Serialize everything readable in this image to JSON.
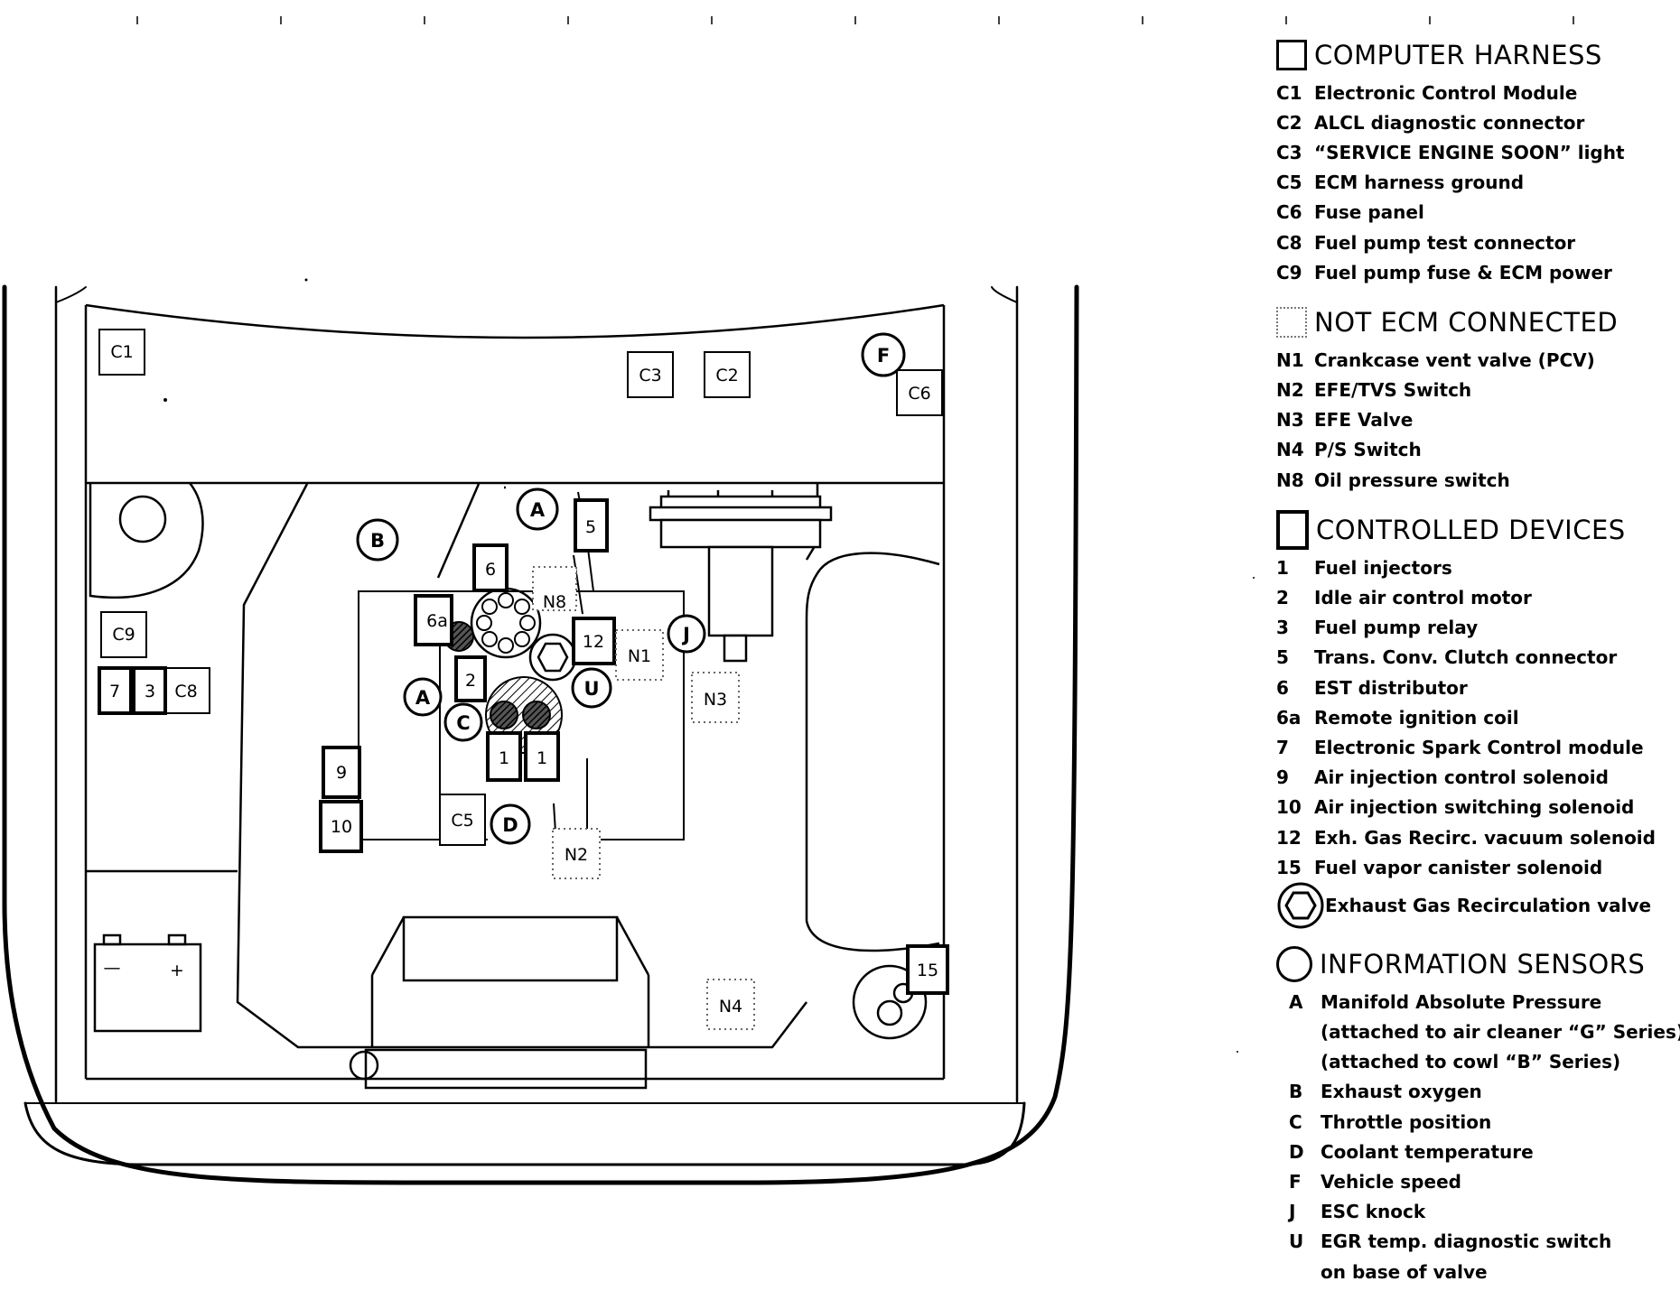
{
  "diagram": {
    "harness_connectors": [
      {
        "id": "c1",
        "label": "C1"
      },
      {
        "id": "c3",
        "label": "C3"
      },
      {
        "id": "c2",
        "label": "C2"
      },
      {
        "id": "c6",
        "label": "C6"
      },
      {
        "id": "c9",
        "label": "C9"
      },
      {
        "id": "c8",
        "label": "C8"
      },
      {
        "id": "c5",
        "label": "C5"
      }
    ],
    "devices": [
      {
        "id": "d5",
        "label": "5"
      },
      {
        "id": "d6",
        "label": "6"
      },
      {
        "id": "d6a",
        "label": "6a"
      },
      {
        "id": "d12",
        "label": "12"
      },
      {
        "id": "d2",
        "label": "2"
      },
      {
        "id": "d1a",
        "label": "1"
      },
      {
        "id": "d1b",
        "label": "1"
      },
      {
        "id": "d7",
        "label": "7"
      },
      {
        "id": "d3",
        "label": "3"
      },
      {
        "id": "d9",
        "label": "9"
      },
      {
        "id": "d10",
        "label": "10"
      },
      {
        "id": "d15",
        "label": "15"
      }
    ],
    "not_connected": [
      {
        "id": "n8",
        "label": "N8"
      },
      {
        "id": "n1",
        "label": "N1"
      },
      {
        "id": "n3",
        "label": "N3"
      },
      {
        "id": "n2",
        "label": "N2"
      },
      {
        "id": "n4",
        "label": "N4"
      }
    ],
    "sensors": [
      {
        "id": "sf",
        "label": "F"
      },
      {
        "id": "sa1",
        "label": "A"
      },
      {
        "id": "sb",
        "label": "B"
      },
      {
        "id": "sj",
        "label": "J"
      },
      {
        "id": "su",
        "label": "U"
      },
      {
        "id": "sa2",
        "label": "A"
      },
      {
        "id": "sc",
        "label": "C"
      },
      {
        "id": "sd",
        "label": "D"
      }
    ],
    "battery_minus": "—",
    "battery_plus": "+"
  },
  "legend": {
    "computer_harness": {
      "title": "COMPUTER HARNESS",
      "items": [
        {
          "code": "C1",
          "text": "Electronic Control Module"
        },
        {
          "code": "C2",
          "text": "ALCL diagnostic connector"
        },
        {
          "code": "C3",
          "text": "“SERVICE ENGINE SOON” light"
        },
        {
          "code": "C5",
          "text": "ECM harness ground"
        },
        {
          "code": "C6",
          "text": "Fuse panel"
        },
        {
          "code": "C8",
          "text": "Fuel pump test connector"
        },
        {
          "code": "C9",
          "text": "Fuel pump fuse & ECM power"
        }
      ]
    },
    "not_ecm_connected": {
      "title": "NOT ECM CONNECTED",
      "items": [
        {
          "code": "N1",
          "text": "Crankcase vent valve (PCV)"
        },
        {
          "code": "N2",
          "text": "EFE/TVS Switch"
        },
        {
          "code": "N3",
          "text": "EFE Valve"
        },
        {
          "code": "N4",
          "text": "P/S Switch"
        },
        {
          "code": "N8",
          "text": "Oil pressure switch"
        }
      ]
    },
    "controlled_devices": {
      "title": "CONTROLLED DEVICES",
      "items": [
        {
          "code": "1",
          "text": "Fuel injectors"
        },
        {
          "code": "2",
          "text": "Idle air control motor"
        },
        {
          "code": "3",
          "text": "Fuel pump relay"
        },
        {
          "code": "5",
          "text": "Trans. Conv. Clutch connector"
        },
        {
          "code": "6",
          "text": "EST distributor"
        },
        {
          "code": "6a",
          "text": "Remote ignition coil"
        },
        {
          "code": "7",
          "text": "Electronic Spark Control module"
        },
        {
          "code": "9",
          "text": "Air injection control solenoid"
        },
        {
          "code": "10",
          "text": "Air injection switching solenoid"
        },
        {
          "code": "12",
          "text": "Exh. Gas Recirc. vacuum solenoid"
        },
        {
          "code": "15",
          "text": "Fuel vapor canister solenoid"
        }
      ],
      "egr_text": "Exhaust Gas Recirculation valve"
    },
    "information_sensors": {
      "title": "INFORMATION SENSORS",
      "items": [
        {
          "code": "A",
          "text": "Manifold Absolute Pressure"
        },
        {
          "code": "",
          "text": "(attached to air cleaner “G” Series)"
        },
        {
          "code": "",
          "text": "(attached to cowl “B” Series)"
        },
        {
          "code": "B",
          "text": "Exhaust oxygen"
        },
        {
          "code": "C",
          "text": "Throttle position"
        },
        {
          "code": "D",
          "text": "Coolant temperature"
        },
        {
          "code": "F",
          "text": "Vehicle speed"
        },
        {
          "code": "J",
          "text": "ESC knock"
        },
        {
          "code": "U",
          "text": "EGR temp. diagnostic switch"
        },
        {
          "code": "",
          "text": "on base of valve"
        }
      ]
    }
  }
}
